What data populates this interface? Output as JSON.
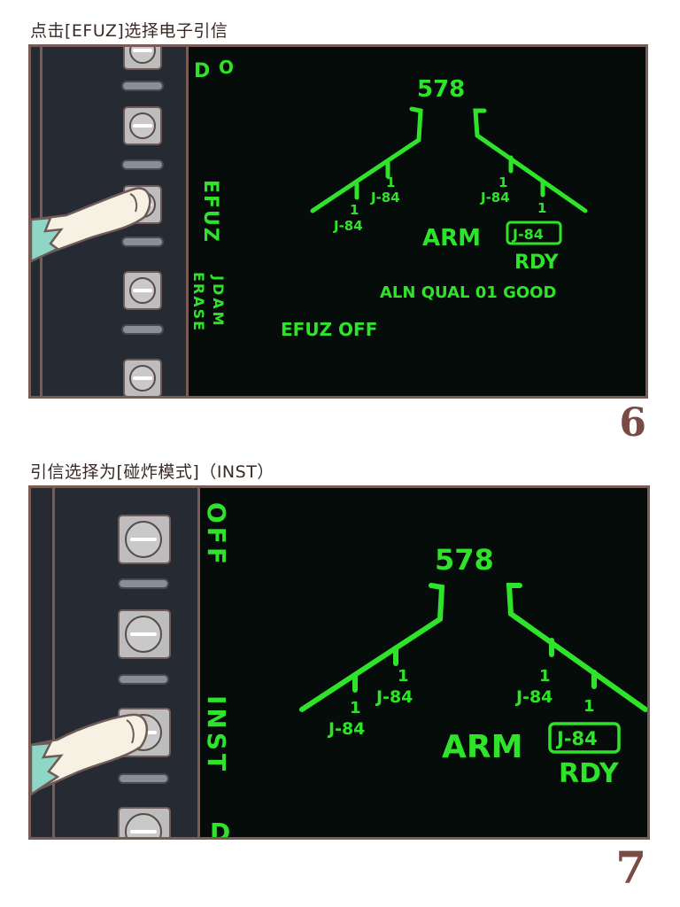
{
  "step6": {
    "caption": "点击[EFUZ]选择电子引信",
    "number": "6",
    "top_partial": "D",
    "top_partial_right": "O",
    "station": "578",
    "left_wing_outer": "J-84",
    "left_wing_outer_count": "1",
    "left_wing_inner": "J-84",
    "left_wing_inner_count": "1",
    "right_wing_inner": "J-84",
    "right_wing_inner_count": "1",
    "right_wing_outer_count": "1",
    "arm": "ARM",
    "selected_store": "J-84",
    "rdy": "RDY",
    "aln_status": "ALN QUAL 01 GOOD",
    "efuz_label": "EFUZ",
    "efuz_mode": "EFUZ OFF",
    "erase_label": "ERASE",
    "jdam_label": "JDAM"
  },
  "step7": {
    "caption": "引信选择为[碰炸模式]（INST）",
    "number": "7",
    "off_label": "OFF",
    "inst_label": "INST",
    "bottom_partial": "D",
    "station": "578",
    "left_wing_outer": "J-84",
    "left_wing_outer_count": "1",
    "left_wing_inner": "J-84",
    "left_wing_inner_count": "1",
    "right_wing_inner": "J-84",
    "right_wing_inner_count": "1",
    "right_wing_outer_count": "1",
    "arm": "ARM",
    "selected_store": "J-84",
    "rdy": "RDY"
  },
  "colors": {
    "mfd_green": "#2fe22a",
    "frame": "#7a5c57",
    "screen": "#050c09",
    "bezel": "#262b33"
  }
}
